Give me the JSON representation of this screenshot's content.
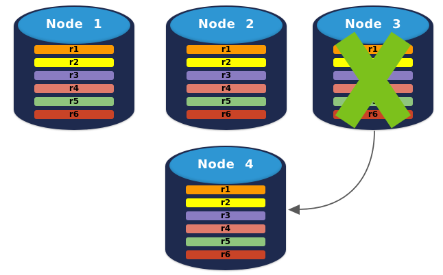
{
  "nodes": [
    {
      "id": "node-1",
      "title": "Node 1",
      "failed": false,
      "records": [
        {
          "label": "r1",
          "color": "#FB9902"
        },
        {
          "label": "r2",
          "color": "#FFFF00"
        },
        {
          "label": "r3",
          "color": "#8A7CC2"
        },
        {
          "label": "r4",
          "color": "#E07B6B"
        },
        {
          "label": "r5",
          "color": "#8FC57D"
        },
        {
          "label": "r6",
          "color": "#C94327"
        }
      ]
    },
    {
      "id": "node-2",
      "title": "Node 2",
      "failed": false,
      "records": [
        {
          "label": "r1",
          "color": "#FB9902"
        },
        {
          "label": "r2",
          "color": "#FFFF00"
        },
        {
          "label": "r3",
          "color": "#8A7CC2"
        },
        {
          "label": "r4",
          "color": "#E07B6B"
        },
        {
          "label": "r5",
          "color": "#8FC57D"
        },
        {
          "label": "r6",
          "color": "#C94327"
        }
      ]
    },
    {
      "id": "node-3",
      "title": "Node 3",
      "failed": true,
      "failure_icon": "x-mark-icon",
      "records": [
        {
          "label": "r1",
          "color": "#FB9902"
        },
        {
          "label": "r2",
          "color": "#FFFF00"
        },
        {
          "label": "r3",
          "color": "#8A7CC2"
        },
        {
          "label": "r4",
          "color": "#E07B6B"
        },
        {
          "label": "r5",
          "color": "#8FC57D"
        },
        {
          "label": "r6",
          "color": "#C94327"
        }
      ]
    },
    {
      "id": "node-4",
      "title": "Node 4",
      "failed": false,
      "records": [
        {
          "label": "r1",
          "color": "#FB9902"
        },
        {
          "label": "r2",
          "color": "#FFFF00"
        },
        {
          "label": "r3",
          "color": "#8A7CC2"
        },
        {
          "label": "r4",
          "color": "#E07B6B"
        },
        {
          "label": "r5",
          "color": "#8FC57D"
        },
        {
          "label": "r6",
          "color": "#C94327"
        }
      ]
    }
  ],
  "arrow": {
    "from": "node-3",
    "to": "node-4",
    "color": "#595959"
  },
  "colors": {
    "cylinder_body": "#1E2A4E",
    "cylinder_top": "#2E96D3",
    "x_mark": "#7CC11C",
    "background": "#FFFFFF"
  }
}
